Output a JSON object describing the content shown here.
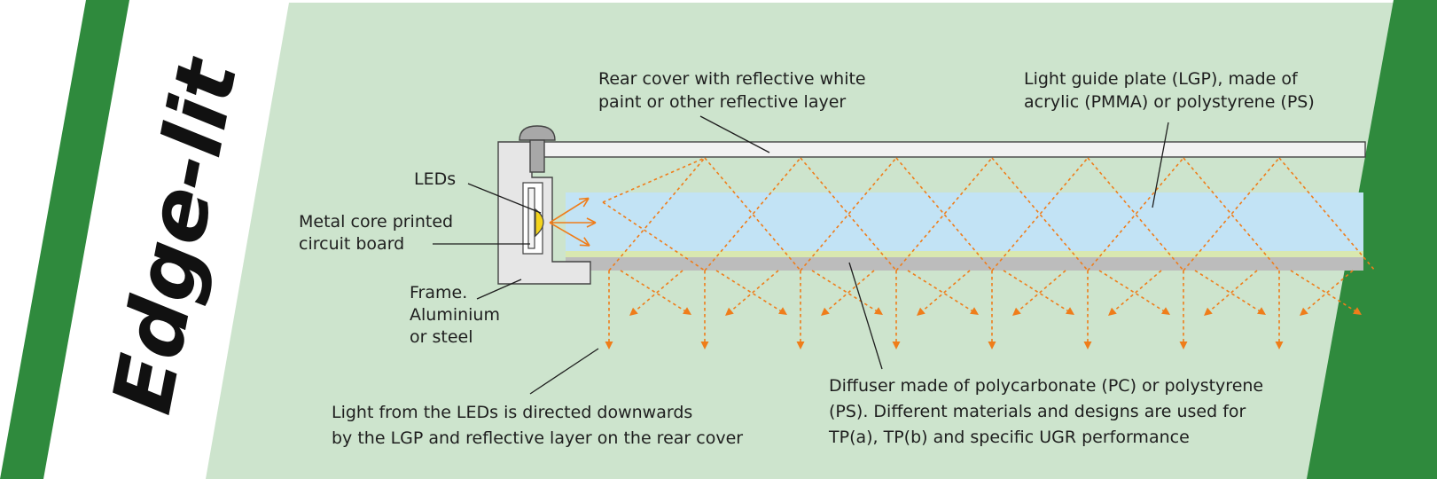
{
  "title": "Edge-lit",
  "colors": {
    "background": "#cde4cd",
    "green_bar": "#2f8a3d",
    "lgp": "#c2e3f5",
    "diffuser": "#bcbcbc",
    "ray": "#ef7d1a",
    "led": "#f3d31b",
    "frame": "#e6e6e6",
    "rear_cover": "#f2f2f2"
  },
  "labels": {
    "rear_cover": [
      "Rear cover with reflective white",
      "paint or other reflective layer"
    ],
    "lgp": [
      "Light guide plate (LGP), made of",
      "acrylic (PMMA) or polystyrene (PS)"
    ],
    "leds": [
      "LEDs"
    ],
    "pcb": [
      "Metal core printed",
      "circuit board"
    ],
    "frame": [
      "Frame.",
      "Aluminium",
      "or steel"
    ],
    "light_direction": [
      "Light from the LEDs is directed downwards",
      "by the LGP and reflective layer on the rear cover"
    ],
    "diffuser": [
      "Diffuser made of polycarbonate (PC) or polystyrene",
      "(PS). Different materials and designs are used for",
      "TP(a), TP(b) and specific UGR performance"
    ]
  },
  "icons": [
    "screw-icon",
    "led-icon",
    "arrow-icon"
  ]
}
